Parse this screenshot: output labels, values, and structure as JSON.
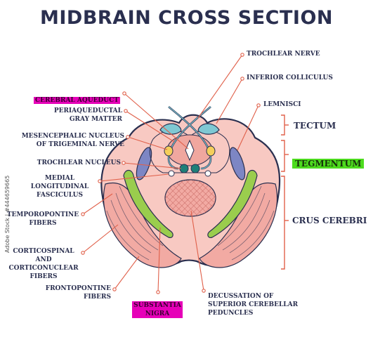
{
  "title": "MIDBRAIN CROSS SECTION",
  "labels": {
    "trochlear_nerve": "TROCHLEAR NERVE",
    "inferior_colliculus": "INFERIOR COLLICULUS",
    "lemnisci": "LEMNISCI",
    "cerebral_aqueduct": "CEREBRAL AQUEDUCT",
    "periaqueductal_gray": "PERIAQUEDUCTAL\nGRAY MATTER",
    "mesencephalic_nucleus": "MESENCEPHALIC NUCLEUS\nOF TRIGEMINAL NERVE",
    "trochlear_nucleus": "TROCHLEAR NUCLEUS",
    "medial_longitudinal_fasciculus": "MEDIAL\nLONGITUDINAL\nFASCICULUS",
    "temporopontine_fibers": "TEMPOROPONTINE\nFIBERS",
    "corticospinal": "CORTICOSPINAL AND\nCORTICONUCLEAR\nFIBERS",
    "frontopontine_fibers": "FRONTOPONTINE\nFIBERS",
    "substantia_nigra": "SUBSTANTIA\nNIGRA",
    "decussation": "DECUSSATION OF\nSUPERIOR CEREBELLAR\nPEDUNCLES"
  },
  "regions": {
    "tectum": "TECTUM",
    "tegmentum": "TEGMENTUM",
    "crus_cerebri": "CRUS CEREBRI"
  },
  "watermark": "Adobe Stock | #444659665",
  "colors": {
    "outline": "#2a2f4f",
    "tissue": "#f8c9c2",
    "tissue_dark": "#f2aaa3",
    "aqueduct_area": "#f0a79f",
    "colliculus": "#7fc8d3",
    "lemniscus": "#7d86c4",
    "nigra": "#9acd4d",
    "nucleus_yellow": "#f5cf5a",
    "nucleus_teal": "#1f7f78",
    "leader": "#e0604a",
    "bracket": "#e0604a",
    "highlight_pink": "#e600b8",
    "highlight_green": "#4ddc1e"
  }
}
